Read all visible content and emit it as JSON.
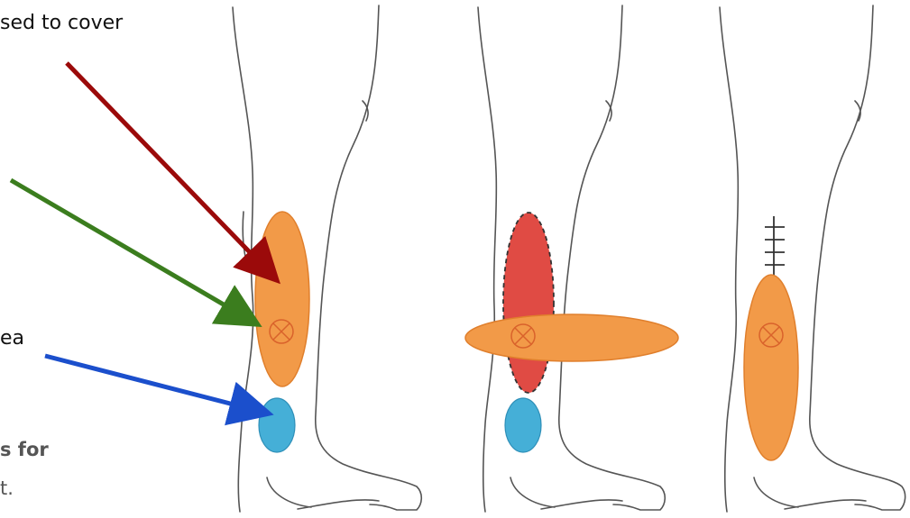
{
  "labels": {
    "top": "sed to cover",
    "middle": "ea",
    "bottom_line1": "s for",
    "bottom_line2": "t."
  },
  "colors": {
    "graft_orange": "#F29A48",
    "graft_orange_edge": "#E07F2C",
    "defect_red": "#E04B44",
    "blue_area": "#45AFD7",
    "arrow_red": "#9B0A0A",
    "arrow_green": "#3B7D1E",
    "arrow_blue": "#1B4FCC",
    "outline": "#555555"
  }
}
